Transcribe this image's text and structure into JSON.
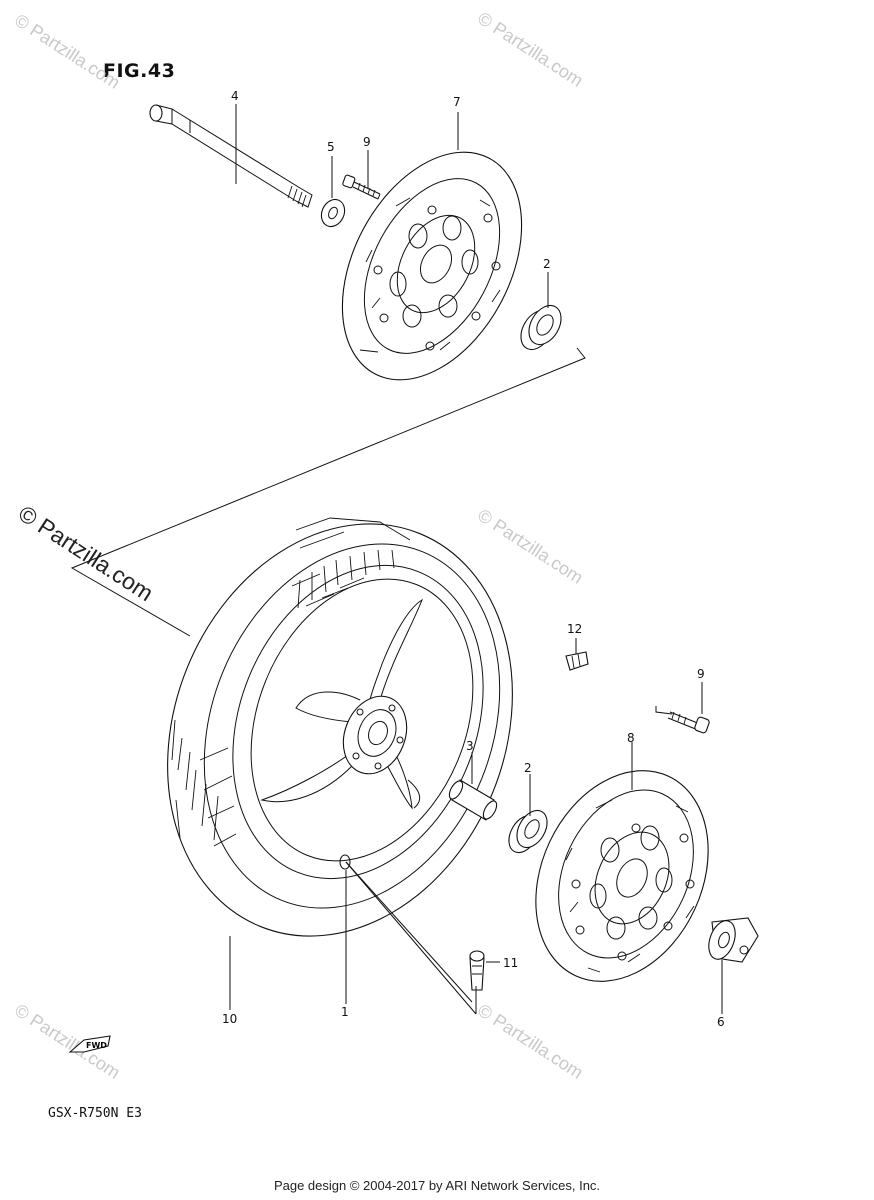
{
  "figure_label": "FIG.43",
  "model_code": "GSX-R750N E3",
  "footer_text": "Page design © 2004-2017 by ARI Network Services, Inc.",
  "watermark_text": "© Partzilla.com",
  "fwd_label": "FWD",
  "callouts": [
    {
      "id": "c4",
      "label": "4"
    },
    {
      "id": "c7",
      "label": "7"
    },
    {
      "id": "c5",
      "label": "5"
    },
    {
      "id": "c9a",
      "label": "9"
    },
    {
      "id": "c2a",
      "label": "2"
    },
    {
      "id": "c12",
      "label": "12"
    },
    {
      "id": "c9b",
      "label": "9"
    },
    {
      "id": "c8",
      "label": "8"
    },
    {
      "id": "c3",
      "label": "3"
    },
    {
      "id": "c2b",
      "label": "2"
    },
    {
      "id": "c11",
      "label": "11"
    },
    {
      "id": "c10",
      "label": "10"
    },
    {
      "id": "c1",
      "label": "1"
    },
    {
      "id": "c6",
      "label": "6"
    }
  ]
}
